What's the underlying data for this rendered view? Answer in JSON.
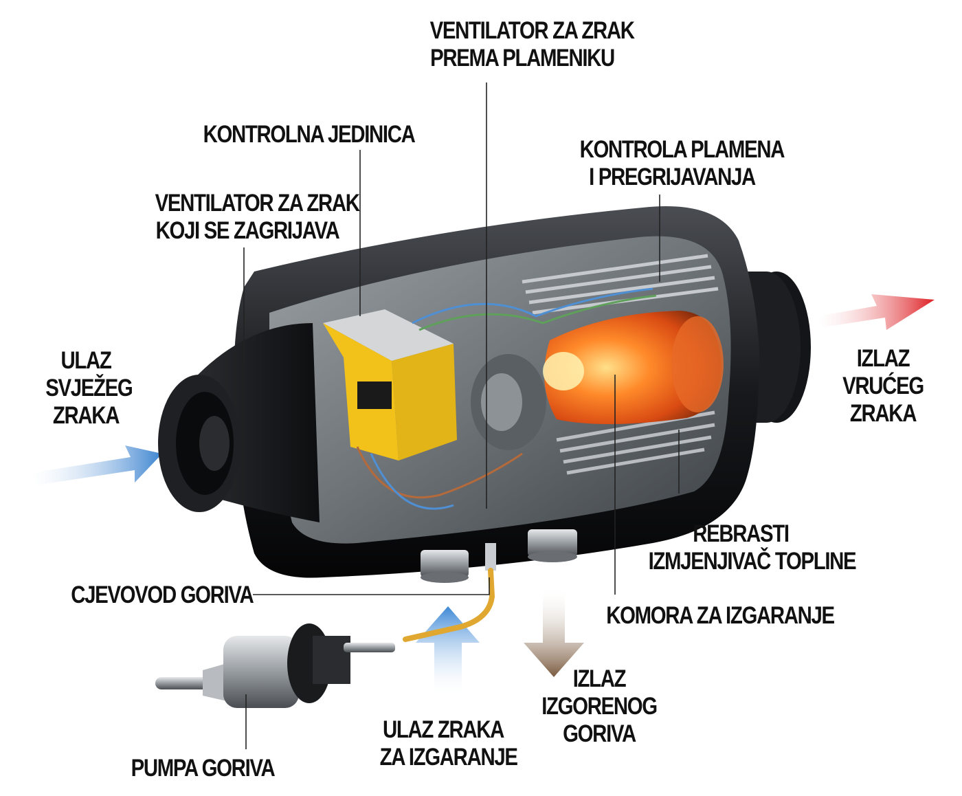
{
  "labels": {
    "burner_fan": [
      "VENTILATOR ZA ZRAK",
      "PREMA PLAMENIKU"
    ],
    "control_unit": [
      "KONTROLNA JEDINICA"
    ],
    "heating_fan": [
      "VENTILATOR ZA ZRAK",
      "KOJI SE ZAGRIJAVA"
    ],
    "flame_control": [
      "KONTROLA PLAMENA",
      "I PREGRIJAVANJA"
    ],
    "fresh_air_in": [
      "ULAZ",
      "SVJEŽEG",
      "ZRAKA"
    ],
    "hot_air_out": [
      "IZLAZ",
      "VRUĆEG",
      "ZRAKA"
    ],
    "heat_exchanger": [
      "REBRASTI",
      "IZMJENJIVAČ TOPLINE"
    ],
    "fuel_line": [
      "CJEVOVOD GORIVA"
    ],
    "combustion_chamber": [
      "KOMORA ZA IZGARANJE"
    ],
    "exhaust_out": [
      "IZLAZ",
      "IZGORENOG",
      "GORIVA"
    ],
    "combustion_air_in": [
      "ULAZ ZRAKA",
      "ZA IZGARANJE"
    ],
    "fuel_pump": [
      "PUMPA GORIVA"
    ]
  },
  "colors": {
    "fresh_air_arrow": "#4f8fd4",
    "hot_air_arrow": "#e0282c",
    "combustion_air_arrow": "#4a90dc",
    "exhaust_arrow": "#8a6a4e",
    "heater_body": "#1a1c1f",
    "combustion_glow": "#f06a1e",
    "control_unit": "#f2c21a",
    "fuel_line": "#e0a830"
  }
}
